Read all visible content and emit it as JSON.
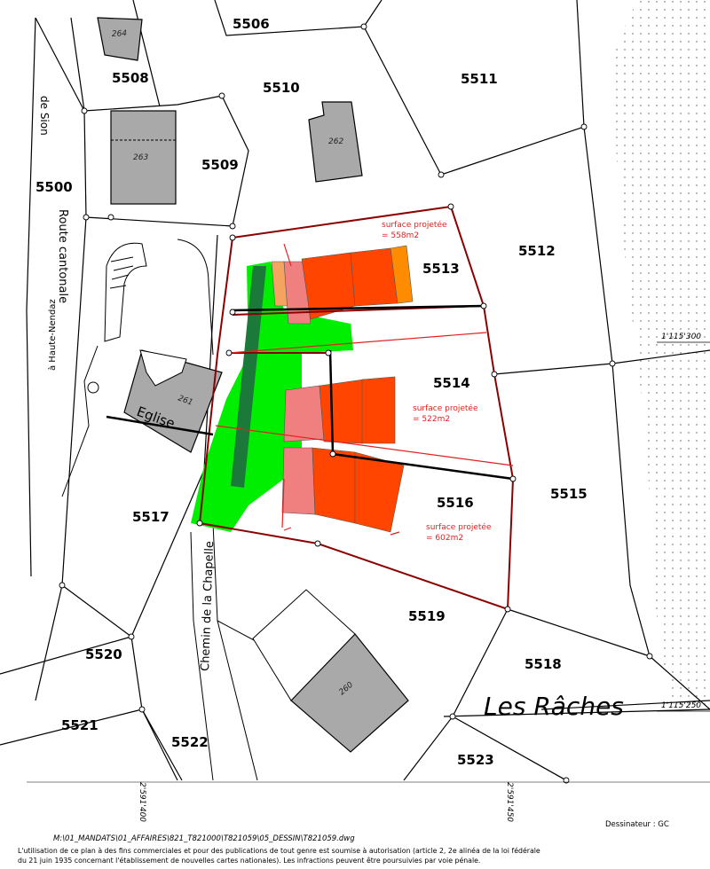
{
  "parcels": [
    "5506",
    "5508",
    "5510",
    "5511",
    "5509",
    "5500",
    "5513",
    "5512",
    "5514",
    "5515",
    "5516",
    "5517",
    "5519",
    "5520",
    "5518",
    "5521",
    "5522",
    "5523"
  ],
  "buildings": [
    "264",
    "263",
    "262",
    "261",
    "260"
  ],
  "surfaces": [
    {
      "label": "surface projetée",
      "value": "= 558m2"
    },
    {
      "label": "surface projetée",
      "value": "= 522m2"
    },
    {
      "label": "surface projetée",
      "value": "= 602m2"
    }
  ],
  "places": {
    "de_sion": "de Sion",
    "route_cantonale": "Route cantonale",
    "haute_nendaz": "à Haute-Nendaz",
    "eglise": "Eglise",
    "chemin": "Chemin de la Chapelle",
    "les_raches": "Les Râches"
  },
  "coords": {
    "y1": "1'115'300",
    "y2": "1'115'250",
    "x1": "2'591'400",
    "x2": "2'591'450"
  },
  "footer": {
    "designer": "Dessinateur : GC",
    "path": "M:\\01_MANDATS\\01_AFFAIRES\\821_T821000\\T821059\\05_DESSIN\\T821059.dwg",
    "notice1": "L'utilisation de ce plan à des fins commerciales et pour des publications de tout genre est soumise à autorisation (article 2, 2e alinéa de la loi fédérale",
    "notice2": "du 21 juin 1935 concernant l'établissement de nouvelles cartes nationales). Les infractions peuvent être poursuivies par voie pénale."
  },
  "colors": {
    "building": "#a9a9a9",
    "green": "#00ee00",
    "orange_red": "#ff4500",
    "salmon": "#f08080",
    "orange": "#ff8c00",
    "boundary": "#8b0000",
    "annotation": "#e32020"
  }
}
